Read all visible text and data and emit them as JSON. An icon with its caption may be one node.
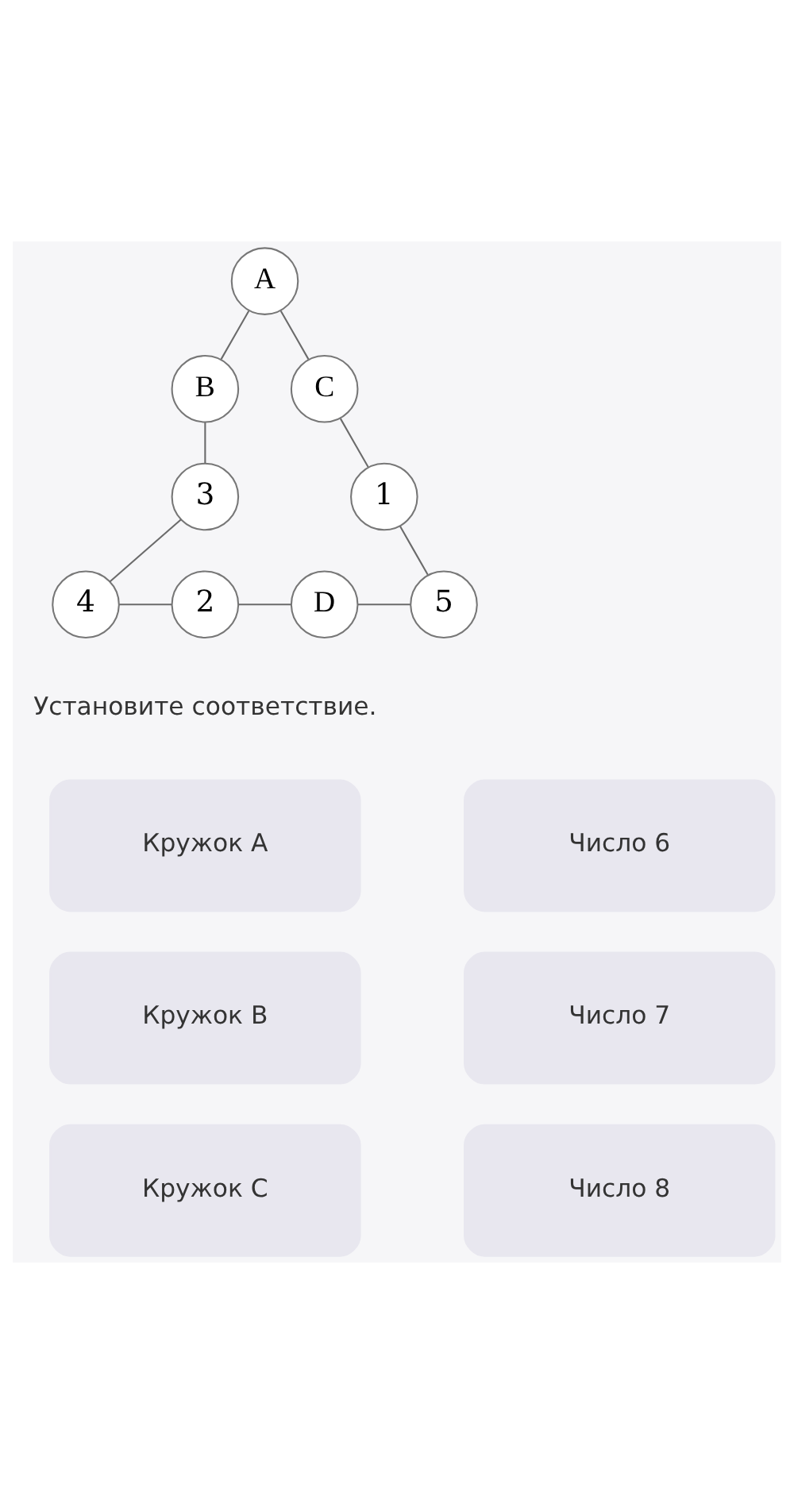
{
  "diagram": {
    "nodes": [
      {
        "text": [
          "A"
        ]
      },
      {
        "text": [
          "B"
        ]
      },
      {
        "text": [
          "C"
        ]
      },
      {
        "text": [
          "3"
        ]
      },
      {
        "text": [
          "1"
        ]
      },
      {
        "text": [
          "4"
        ]
      },
      {
        "text": [
          "2"
        ]
      },
      {
        "text": [
          "D"
        ]
      },
      {
        "text": [
          "5"
        ]
      },
      {
        "text": [
          "Кружок A"
        ]
      },
      {
        "text": [
          "Число 6"
        ]
      },
      {
        "text": [
          "Кружок B"
        ]
      },
      {
        "text": [
          "Число 7"
        ]
      },
      {
        "text": [
          "Кружок C"
        ]
      },
      {
        "text": [
          "Число 8"
        ]
      }
    ],
    "edges": [
      {
        "from": 0,
        "to": 1,
        "arrow": "none"
      },
      {
        "from": 0,
        "to": 2,
        "arrow": "none"
      },
      {
        "from": 1,
        "to": 3,
        "arrow": "none"
      },
      {
        "from": 2,
        "to": 4,
        "arrow": "none"
      },
      {
        "from": 3,
        "to": 5,
        "arrow": "none"
      },
      {
        "from": 4,
        "to": 8,
        "arrow": "none"
      },
      {
        "from": 5,
        "to": 6,
        "arrow": "none"
      },
      {
        "from": 6,
        "to": 7,
        "arrow": "none"
      },
      {
        "from": 7,
        "to": 8,
        "arrow": "none"
      }
    ],
    "labels": [
      "Установите соответствие."
    ]
  }
}
